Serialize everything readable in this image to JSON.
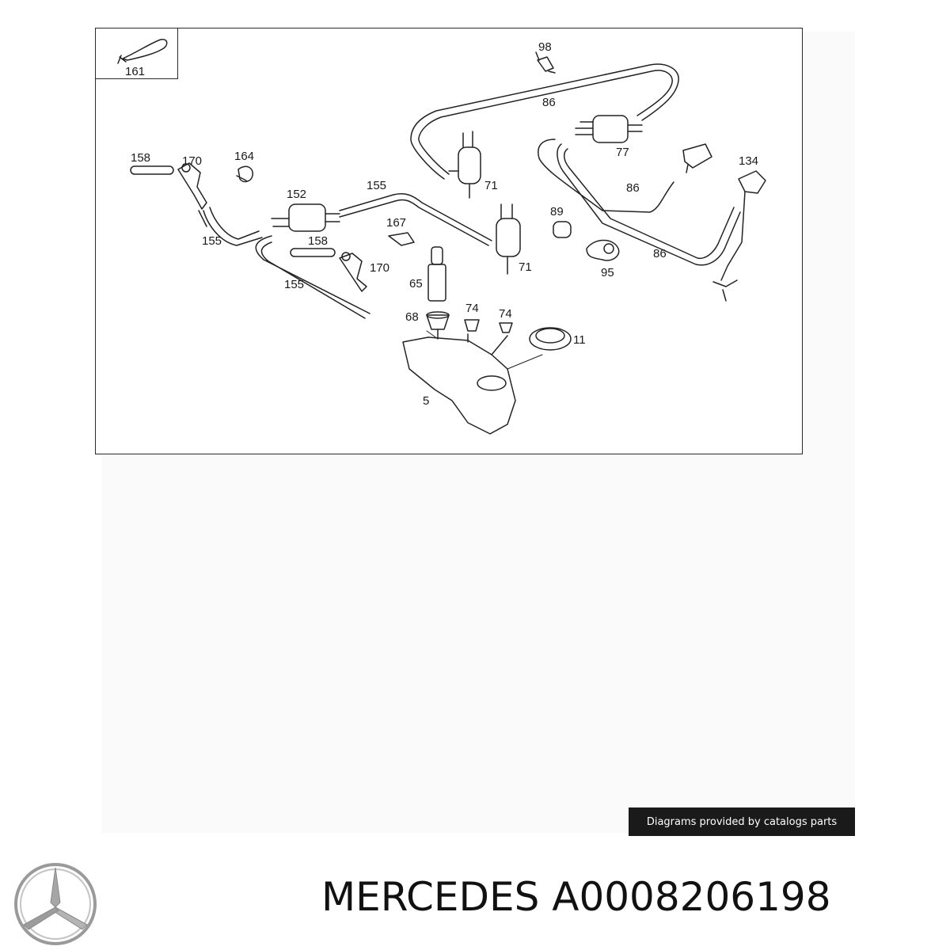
{
  "diagram": {
    "inset_callout": "161",
    "callouts": [
      {
        "id": "98",
        "text": "98"
      },
      {
        "id": "86a",
        "text": "86"
      },
      {
        "id": "77",
        "text": "77"
      },
      {
        "id": "158a",
        "text": "158"
      },
      {
        "id": "170a",
        "text": "170"
      },
      {
        "id": "164",
        "text": "164"
      },
      {
        "id": "71a",
        "text": "71"
      },
      {
        "id": "134",
        "text": "134"
      },
      {
        "id": "86b",
        "text": "86"
      },
      {
        "id": "152",
        "text": "152"
      },
      {
        "id": "155a",
        "text": "155"
      },
      {
        "id": "89",
        "text": "89"
      },
      {
        "id": "167",
        "text": "167"
      },
      {
        "id": "155b",
        "text": "155"
      },
      {
        "id": "158b",
        "text": "158"
      },
      {
        "id": "71b",
        "text": "71"
      },
      {
        "id": "86c",
        "text": "86"
      },
      {
        "id": "170b",
        "text": "170"
      },
      {
        "id": "95",
        "text": "95"
      },
      {
        "id": "155c",
        "text": "155"
      },
      {
        "id": "65",
        "text": "65"
      },
      {
        "id": "74a",
        "text": "74"
      },
      {
        "id": "74b",
        "text": "74"
      },
      {
        "id": "68",
        "text": "68"
      },
      {
        "id": "11",
        "text": "11"
      },
      {
        "id": "5",
        "text": "5"
      }
    ]
  },
  "credit": "Diagrams provided by catalogs parts",
  "footer": {
    "brand": "MERCEDES",
    "part_number": "A0008206198"
  },
  "logo": {
    "icon": "three-pointed-star-icon",
    "color": "#9a9a9a"
  }
}
